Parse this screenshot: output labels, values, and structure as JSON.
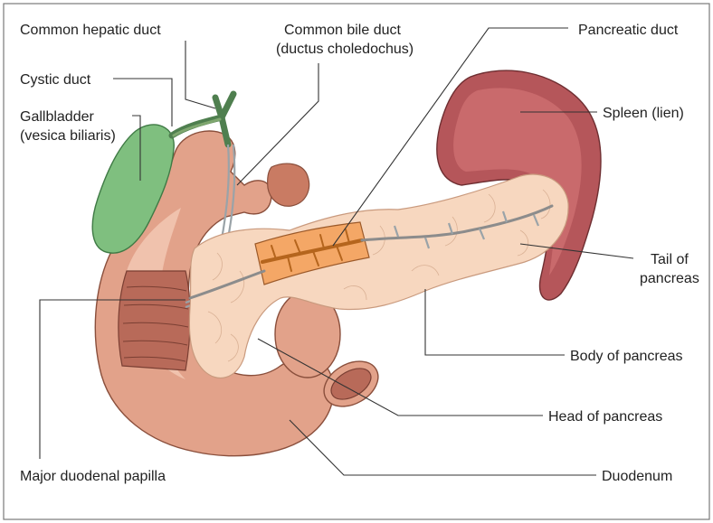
{
  "labels": {
    "common_hepatic_duct": "Common hepatic duct",
    "common_bile_duct_1": "Common bile duct",
    "common_bile_duct_2": "(ductus choledochus)",
    "pancreatic_duct": "Pancreatic duct",
    "cystic_duct": "Cystic duct",
    "gallbladder_1": "Gallbladder",
    "gallbladder_2": "(vesica biliaris)",
    "spleen": "Spleen (lien)",
    "tail_1": "Tail of",
    "tail_2": "pancreas",
    "body": "Body of pancreas",
    "head": "Head of pancreas",
    "papilla": "Major duodenal papilla",
    "duodenum": "Duodenum"
  },
  "colors": {
    "duodenum": "#e2a28a",
    "pancreas": "#f7d7bf",
    "spleen": "#b5565a",
    "gallbladder": "#7fbf7f",
    "bile_duct": "#4f7f4f",
    "pancreatic_duct": "#b5651d"
  }
}
